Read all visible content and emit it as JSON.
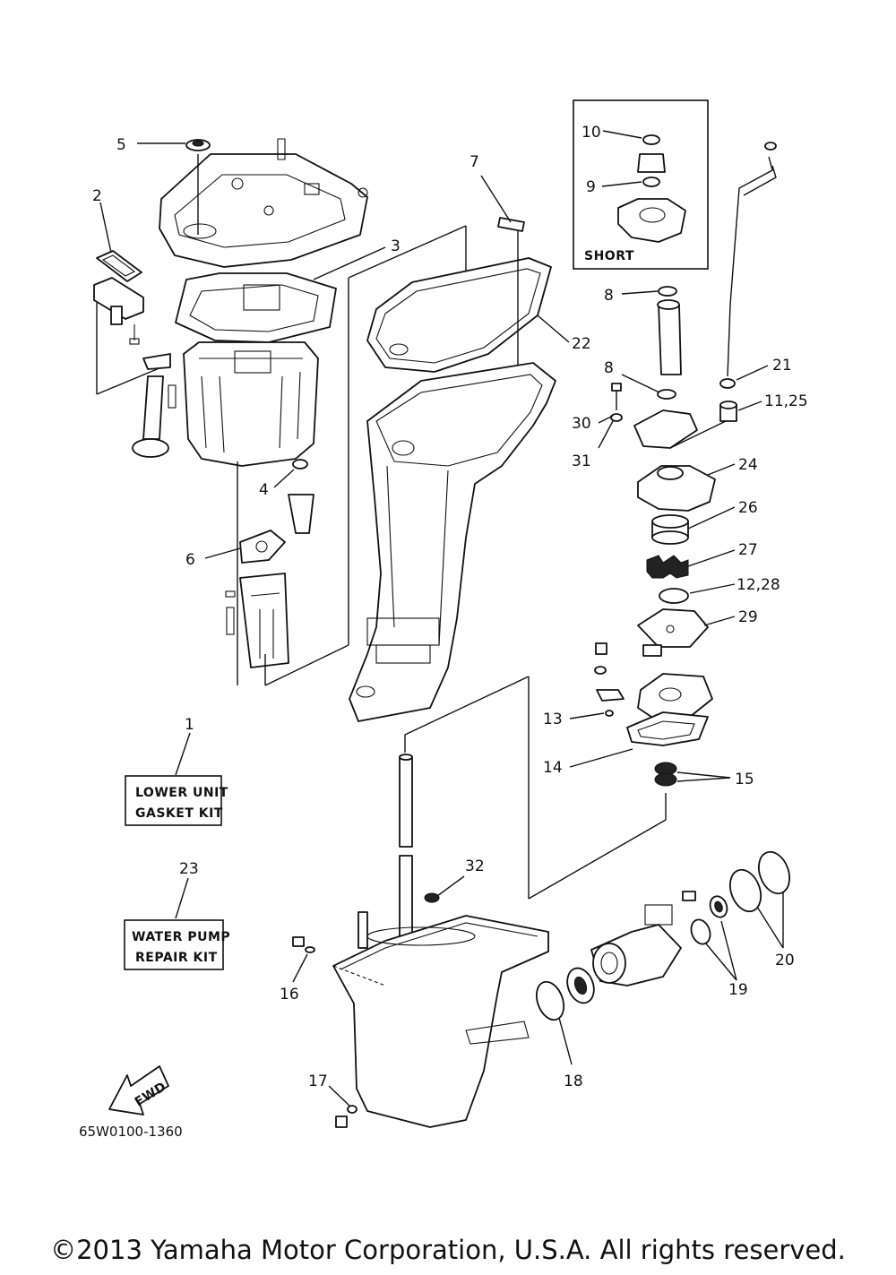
{
  "callouts": {
    "c1": "1",
    "c2": "2",
    "c3": "3",
    "c4": "4",
    "c5": "5",
    "c6": "6",
    "c7": "7",
    "c8a": "8",
    "c8b": "8",
    "c9": "9",
    "c10": "10",
    "c11_25": "11,25",
    "c12_28": "12,28",
    "c13": "13",
    "c14": "14",
    "c15": "15",
    "c16": "16",
    "c17": "17",
    "c18": "18",
    "c19": "19",
    "c20": "20",
    "c21": "21",
    "c22": "22",
    "c23": "23",
    "c24": "24",
    "c26": "26",
    "c27": "27",
    "c29": "29",
    "c30": "30",
    "c31": "31",
    "c32": "32"
  },
  "boxes": {
    "short": "SHORT",
    "gasket_kit_line1": "LOWER UNIT",
    "gasket_kit_line2": "GASKET KIT",
    "pump_kit_line1": "WATER PUMP",
    "pump_kit_line2": "REPAIR KIT"
  },
  "fwd_arrow": "FWD",
  "diagram_code": "65W0100-1360",
  "copyright": "©2013 Yamaha Motor Corporation, U.S.A. All rights reserved."
}
